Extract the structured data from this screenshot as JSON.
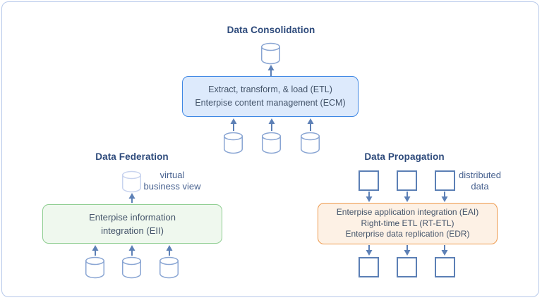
{
  "colors": {
    "outer_border": "#b7c9ea",
    "title_text": "#2d4a7b",
    "box_text": "#44546a",
    "label_text": "#47618f",
    "blue_box_fill": "#ddeafc",
    "blue_box_border": "#3e87e4",
    "green_box_fill": "#eff8ee",
    "green_box_border": "#8ecd90",
    "orange_box_fill": "#fdf1e5",
    "orange_box_border": "#ee9a4e",
    "node_stroke": "#89a5d3",
    "virtual_node_stroke": "#c9d4ef",
    "square_stroke": "#5b7fb5",
    "arrow": "#5d80b6"
  },
  "sections": {
    "consolidation": {
      "title": "Data Consolidation",
      "box_lines": [
        "Extract, transform, & load (ETL)",
        "Enterpise content management (ECM)"
      ]
    },
    "federation": {
      "title": "Data Federation",
      "label_lines": [
        "virtual",
        "business view"
      ],
      "box_lines": [
        "Enterpise information",
        "integration (EII)"
      ]
    },
    "propagation": {
      "title": "Data Propagation",
      "label_lines": [
        "distributed",
        "data"
      ],
      "box_lines": [
        "Enterpise application integration (EAI)",
        "Right-time ETL (RT-ETL)",
        "Enterprise data replication (EDR)"
      ]
    }
  }
}
